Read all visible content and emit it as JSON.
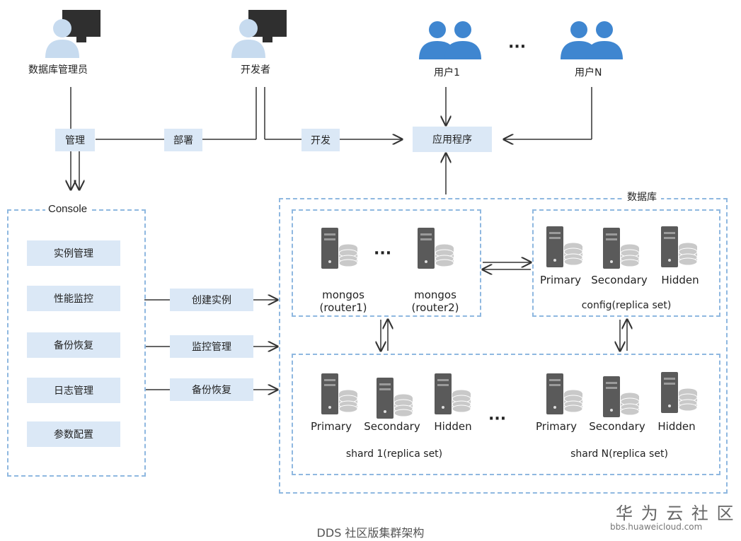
{
  "actors": {
    "dba": "数据库管理员",
    "developer": "开发者",
    "user1": "用户1",
    "userN": "用户N",
    "ellipsis": "···"
  },
  "flow": {
    "manage": "管理",
    "deploy": "部署",
    "develop": "开发",
    "application": "应用程序"
  },
  "console": {
    "title": "Console",
    "items": [
      "实例管理",
      "性能监控",
      "备份恢复",
      "日志管理",
      "参数配置"
    ]
  },
  "actions": [
    "创建实例",
    "监控管理",
    "备份恢复"
  ],
  "database": {
    "title": "数据库",
    "mongos": [
      {
        "name": "mongos",
        "sub": "(router1)"
      },
      {
        "name": "mongos",
        "sub": "(router2)"
      }
    ],
    "config": {
      "roles": [
        "Primary",
        "Secondary",
        "Hidden"
      ],
      "label": "config(replica set)"
    },
    "shard1": {
      "roles": [
        "Primary",
        "Secondary",
        "Hidden"
      ],
      "label": "shard 1(replica set)"
    },
    "shardN": {
      "roles": [
        "Primary",
        "Secondary",
        "Hidden"
      ],
      "label": "shard N(replica set)"
    },
    "ellipsis": "···"
  },
  "caption": "DDS 社区版集群架构",
  "watermark": {
    "title": "华 为 云 社 区",
    "url": "bbs.huaweicloud.com"
  },
  "colors": {
    "accent_box": "#dbe8f6",
    "dashed_border": "#8fb8e0",
    "person_blue": "#3f86d0",
    "person_light": "#c7dbef",
    "server_dark": "#5a5a5a",
    "disk_gray": "#c9c9c9"
  }
}
